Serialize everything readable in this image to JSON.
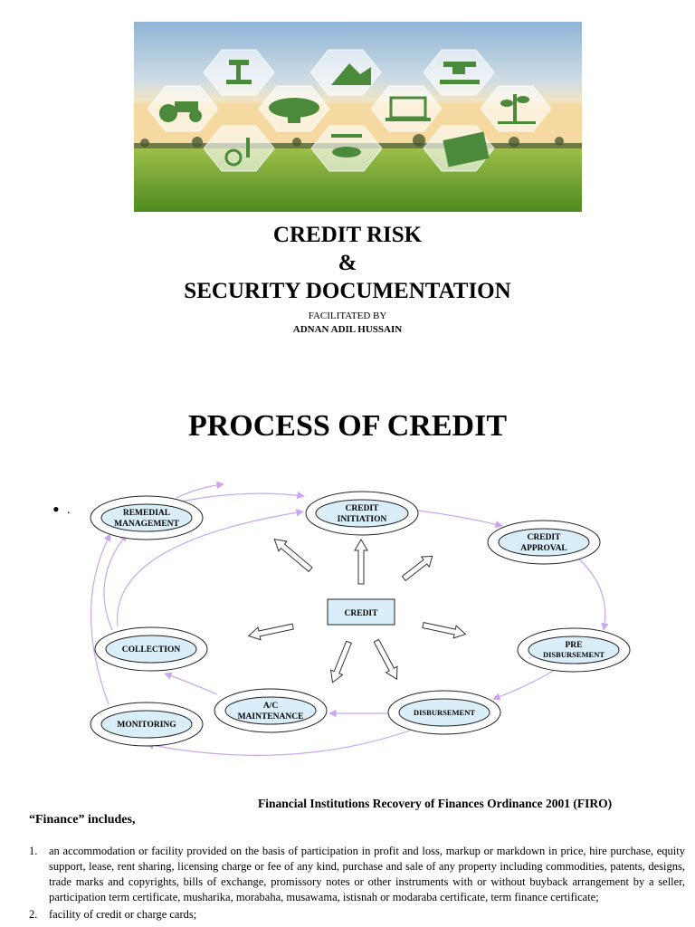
{
  "title": {
    "line1": "CREDIT RISK",
    "line2": "&",
    "line3": "SECURITY DOCUMENTATION",
    "facilitated_label": "FACILITATED BY",
    "facilitator": "ADNAN ADIL HUSSAIN"
  },
  "section_title": "PROCESS OF CREDIT",
  "bullet_text": ".",
  "diagram": {
    "center": "CREDIT",
    "nodes": {
      "initiation": [
        "CREDIT",
        "INITIATION"
      ],
      "approval": [
        "CREDIT",
        "APPROVAL"
      ],
      "pre_disbursement": [
        "PRE",
        "DISBURSEMENT"
      ],
      "disbursement": [
        "DISBURSEMENT"
      ],
      "maintenance": [
        "A/C",
        "MAINTENANCE"
      ],
      "collection": [
        "COLLECTION"
      ],
      "monitoring": [
        "MONITORING"
      ],
      "remedial": [
        "REMEDIAL",
        "MANAGEMENT"
      ]
    },
    "colors": {
      "arrow": "#c9a6ee",
      "node_fill": "#d9eef9"
    }
  },
  "firo_title": "Financial Institutions Recovery of Finances Ordinance 2001 (FIRO)",
  "finance_includes": "“Finance” includes,",
  "definitions": [
    {
      "num": "1.",
      "text": "an accommodation or facility provided on the basis of participation in profit and loss, markup or markdown in price, hire purchase, equity support, lease, rent sharing, licensing charge or fee of any kind, purchase and sale of any property including commodities, patents, designs, trade marks and copyrights, bills of exchange, promissory notes or other instruments with or without buyback arrangement by a seller, participation term certificate, musharika, morabaha, musawama, istisnah or modaraba certificate, term finance certificate;"
    },
    {
      "num": "2.",
      "text": "facility of credit or charge cards;"
    }
  ]
}
